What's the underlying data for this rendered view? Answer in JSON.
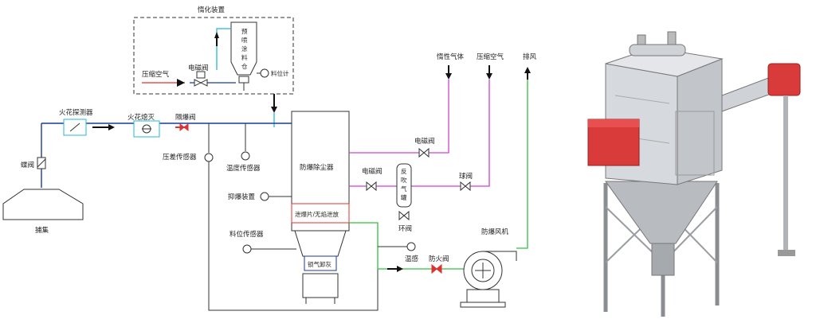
{
  "labels": {
    "inerting_device": "惰化装置",
    "compressed_air": "压缩空气",
    "solenoid_valve_top": "电磁阀",
    "hopper": [
      "预",
      "喷",
      "涂",
      "料",
      "仓"
    ],
    "level_meter": "料位计",
    "spark_detector": "火花探测器",
    "spark_extinguisher": "火花熄灭",
    "isolation_valve": "隔爆阀",
    "butterfly_valve": "蝶阀",
    "hood": "捕集",
    "pressure_sensor": "压差传感器",
    "temperature_sensor": "温度传感器",
    "suppression_device": "抑爆装置",
    "collector": "防爆除尘器",
    "vent_panel": "泄爆片/无焰泄放",
    "inert_gas": "惰性气体",
    "compressed_air_2": "压缩空气",
    "exhaust": "排风",
    "solenoid_valve_right": "电磁阀",
    "solenoid_valve_mid": "电磁阀",
    "pulse_tank": [
      "反",
      "吹",
      "气",
      "罐"
    ],
    "ring_valve": "环阀",
    "ball_valve": "球阀",
    "level_sensor": "料位传感器",
    "discharge_valve": "锁气卸灰",
    "temp_sensor_2": "温感",
    "flame_valve": "防火阀",
    "fan": "防爆风机"
  },
  "colors": {
    "line": "#333333",
    "blue": "#1a3a9a",
    "red": "#e03030",
    "cyan": "#22b8d8",
    "magenta": "#d040d0",
    "green": "#30c040",
    "render_red": "#d93a3a",
    "render_steel": "#c9ccd0"
  }
}
